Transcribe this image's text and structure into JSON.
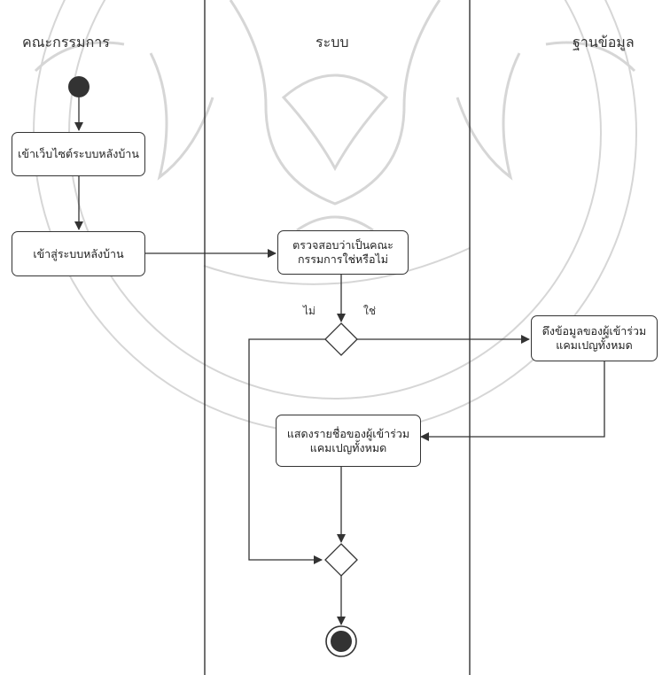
{
  "lanes": {
    "committee": "คณะกรรมการ",
    "system": "ระบบ",
    "database": "ฐานข้อมูล"
  },
  "activities": {
    "visit_backend_site": "เข้าเว็บไซต์ระบบหลังบ้าน",
    "enter_backend": "เข้าสู่ระบบหลังบ้าน",
    "check_committee": "ตรวจสอบว่าเป็นคณะกรรมการใช่หรือไม่",
    "fetch_participants": "ดึงข้อมูลของผู้เข้าร่วมแคมเปญทั้งหมด",
    "show_participants": "แสดงรายชื่อของผู้เข้าร่วมแคมเปญทั้งหมด"
  },
  "guards": {
    "no": "ไม่",
    "yes": "ใช่"
  },
  "colors": {
    "line": "#333333",
    "watermark": "#c9c9c9",
    "node_fill": "#000000"
  }
}
